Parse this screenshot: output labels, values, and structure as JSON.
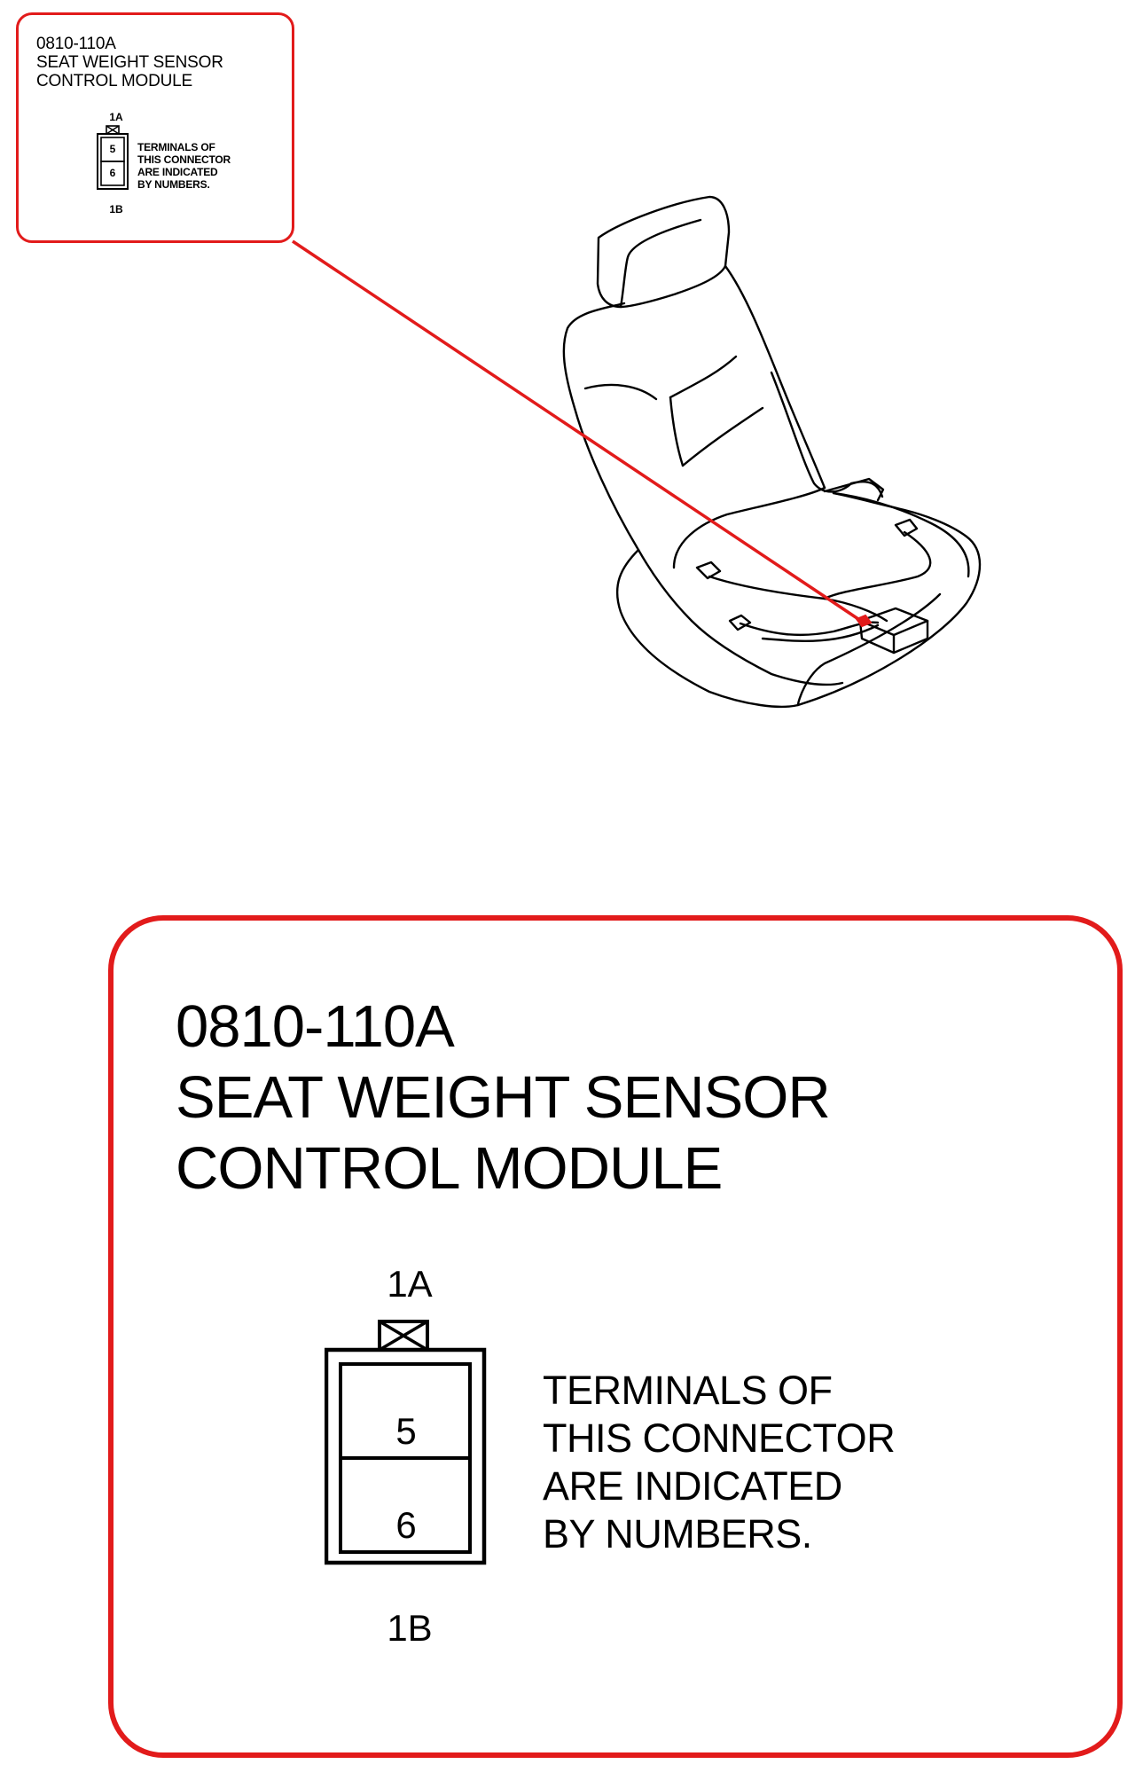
{
  "small_callout": {
    "part_number": "0810-110A",
    "title_line1": "SEAT WEIGHT SENSOR",
    "title_line2": "CONTROL MODULE",
    "pin_top": "1A",
    "pin_bottom": "1B",
    "terminal_top": "5",
    "terminal_bottom": "6",
    "note": "TERMINALS OF\nTHIS CONNECTOR\nARE INDICATED\nBY NUMBERS."
  },
  "large_callout": {
    "part_number": "0810-110A",
    "title_line1": "SEAT WEIGHT SENSOR",
    "title_line2": "CONTROL MODULE",
    "pin_top": "1A",
    "pin_bottom": "1B",
    "terminal_top": "5",
    "terminal_bottom": "6",
    "note": "TERMINALS OF\nTHIS CONNECTOR\nARE INDICATED\nBY NUMBERS."
  },
  "colors": {
    "callout_border": "#e21b1b",
    "leader_line": "#e21b1b",
    "line_art": "#000000"
  },
  "icons": {
    "seat": "car-seat-illustration",
    "connector": "two-terminal-connector-icon"
  }
}
